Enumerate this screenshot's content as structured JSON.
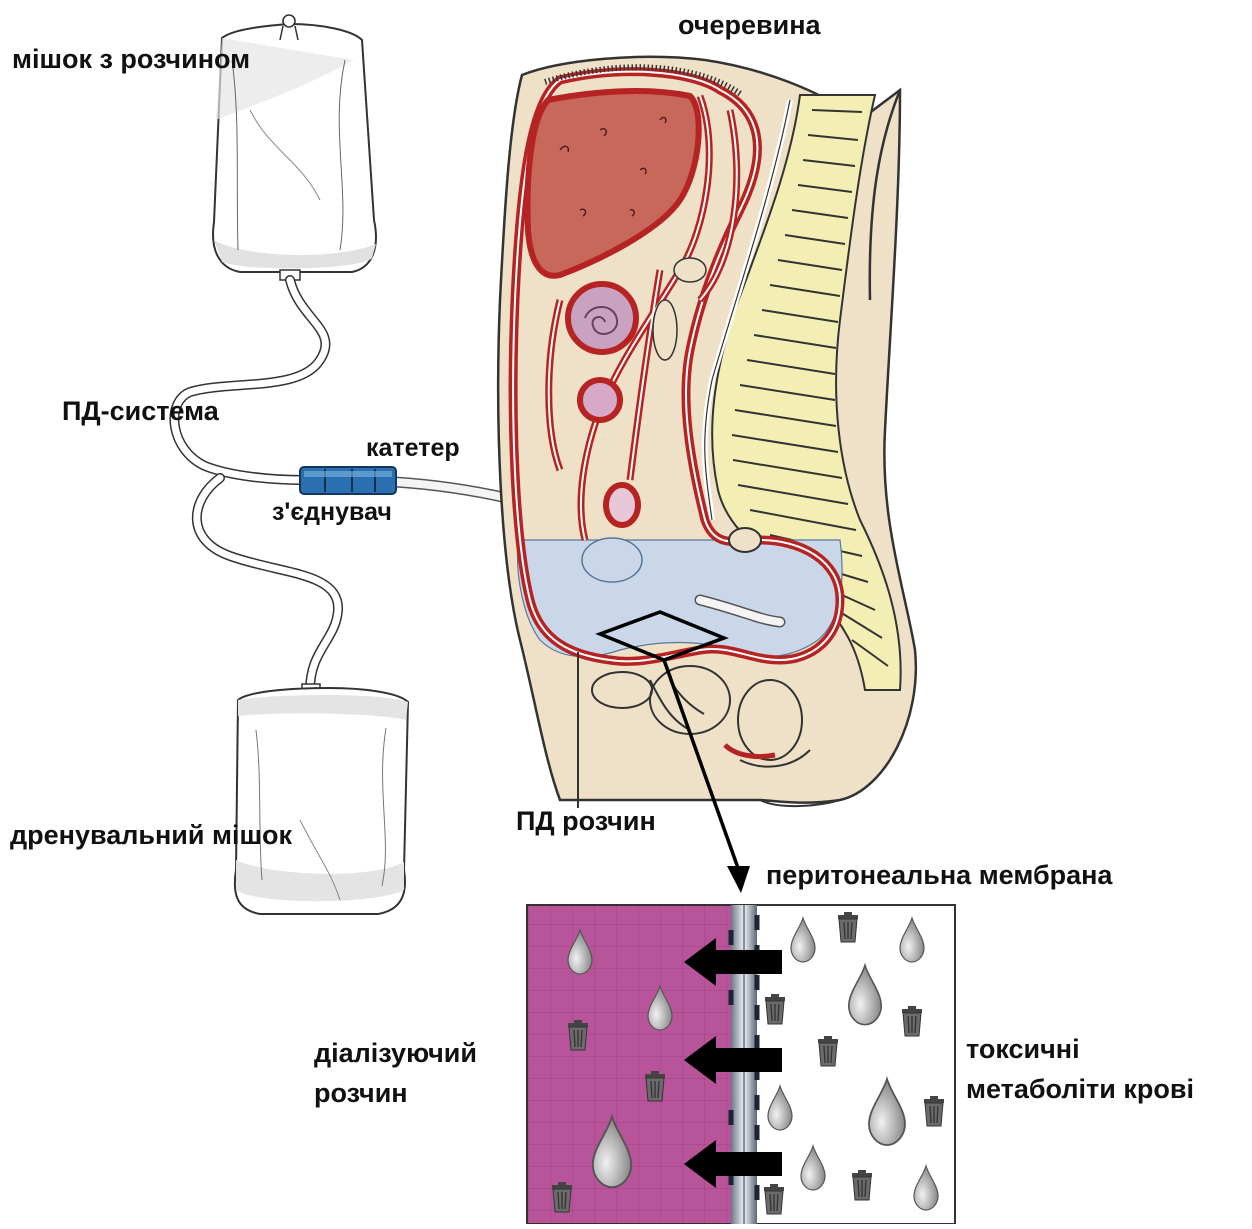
{
  "labels": {
    "peritoneum": "очеревина",
    "solution_bag": "мішок з розчином",
    "pd_system": "ПД-система",
    "catheter": "катетер",
    "connector": "з'єднувач",
    "drain_bag": "дренувальний мішок",
    "pd_solution": "ПД розчин",
    "membrane": "перитонеальна мембрана",
    "dialysate_line1": "діалізуючий",
    "dialysate_line2": "розчин",
    "toxins_line1": "токсичні",
    "toxins_line2": "метаболіти крові"
  },
  "colors": {
    "dialysate": "#b8559a",
    "connector": "#2a6fb0",
    "organ_red": "#c0392b",
    "liver": "#c8685a",
    "fluid": "#c9d7e8",
    "spine": "#f3efb4",
    "skin": "#efe0c8"
  }
}
